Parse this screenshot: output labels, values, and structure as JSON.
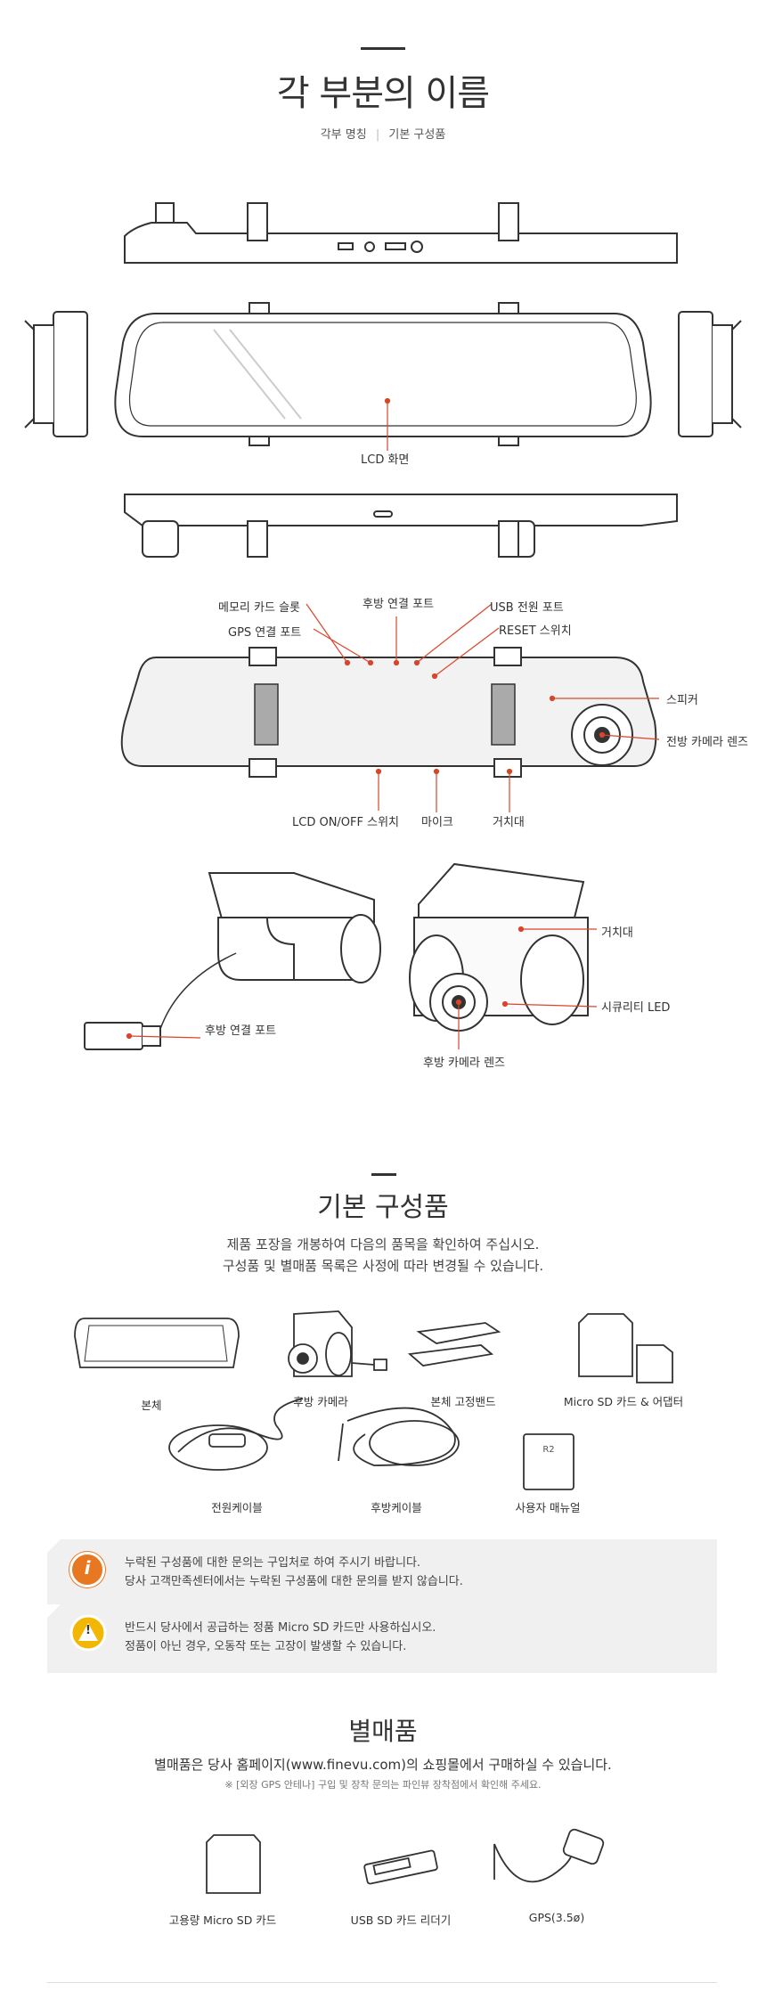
{
  "section1": {
    "title": "각 부분의 이름",
    "tab_left": "각부 명칭",
    "tab_right": "기본 구성품"
  },
  "parts": {
    "lcd": "LCD 화면",
    "memory_slot": "메모리 카드 슬롯",
    "gps_port": "GPS 연결 포트",
    "rear_port": "후방 연결 포트",
    "usb_port": "USB 전원 포트",
    "reset": "RESET 스위치",
    "speaker": "스피커",
    "front_lens": "전방 카메라 렌즈",
    "lcd_switch": "LCD ON/OFF 스위치",
    "mic": "마이크",
    "mount": "거치대"
  },
  "rear_cam": {
    "port": "후방 연결 포트",
    "mount": "거치대",
    "led": "시큐리티 LED",
    "lens": "후방 카메라 렌즈"
  },
  "section2": {
    "title": "기본 구성품",
    "desc1": "제품 포장을 개봉하여 다음의 품목을 확인하여 주십시오.",
    "desc2": "구성품 및 별매품 목록은 사정에 따라 변경될 수 있습니다.",
    "items": [
      "본체",
      "후방 카메라",
      "본체 고정밴드",
      "Micro SD 카드 & 어댑터",
      "전원케이블",
      "후방케이블",
      "사용자 매뉴얼"
    ],
    "manual_tag": "R2"
  },
  "notes": [
    {
      "icon": "i",
      "line1": "누락된 구성품에 대한 문의는 구입처로 하여 주시기 바랍니다.",
      "line2": "당사 고객만족센터에서는 누락된 구성품에 대한 문의를 받지 않습니다."
    },
    {
      "icon": "!",
      "line1": "반드시 당사에서 공급하는 정품 Micro SD 카드만 사용하십시오.",
      "line2": "정품이 아닌 경우, 오동작 또는 고장이 발생할 수 있습니다."
    }
  ],
  "section3": {
    "title": "별매품",
    "desc": "별매품은 당사 홈페이지(www.finevu.com)의 쇼핑몰에서 구매하실 수 있습니다.",
    "note": "※ [외장 GPS 안테나] 구입 및 장착 문의는 파인뷰 장착점에서 확인해 주세요.",
    "items": [
      "고용량 Micro SD 카드",
      "USB SD 카드 리더기",
      "GPS(3.5ø)"
    ]
  },
  "colors": {
    "accent": "#d9452b",
    "info": "#e87722",
    "warn": "#f2b705",
    "note_bg": "#f0f0f0"
  }
}
